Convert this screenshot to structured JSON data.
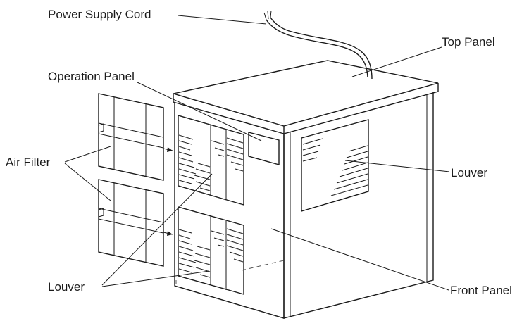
{
  "labels": {
    "power_supply_cord": "Power Supply Cord",
    "top_panel": "Top Panel",
    "operation_panel": "Operation Panel",
    "air_filter": "Air Filter",
    "louver_right": "Louver",
    "louver_left": "Louver",
    "front_panel": "Front Panel"
  },
  "colors": {
    "ink": "#1a1a1a",
    "background": "#ffffff"
  }
}
